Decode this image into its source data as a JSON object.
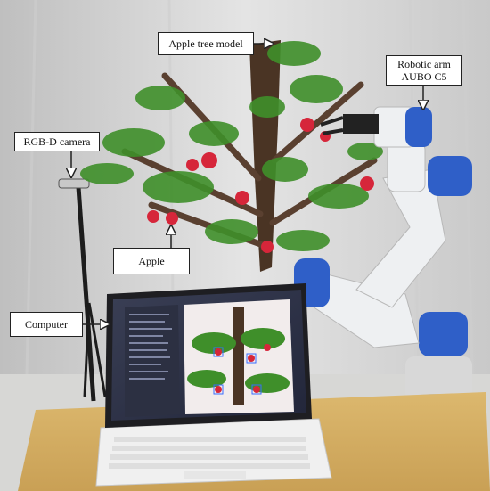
{
  "labels": {
    "tree": "Apple tree model",
    "arm": "Robotic arm\nAUBO C5",
    "camera": "RGB-D camera",
    "apple": "Apple",
    "computer": "Computer"
  },
  "icons": {
    "arrow_style": "arrow-icon"
  },
  "colors": {
    "wall": "#dcdcdc",
    "table": "#d8b468",
    "arm_white": "#eef0f2",
    "arm_blue": "#2f5fc8",
    "apple_red": "#d6263a",
    "leaf_green": "#3f8f2a",
    "trunk": "#4a3424"
  }
}
